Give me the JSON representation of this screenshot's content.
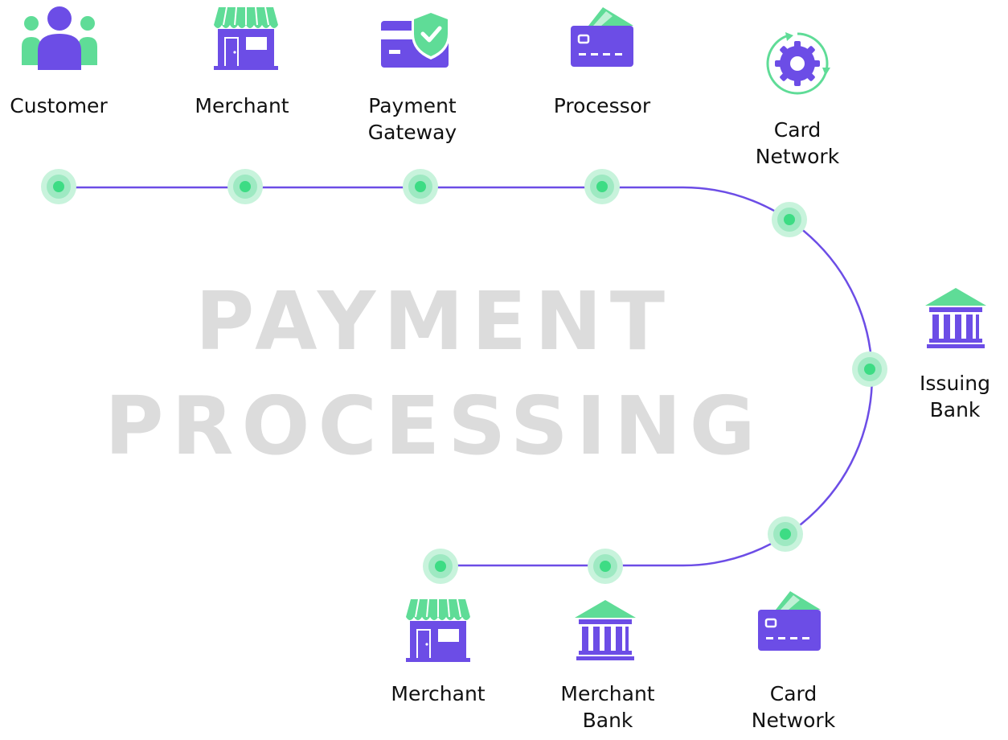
{
  "watermark": {
    "line1": "PAYMENT",
    "line2": "PROCESSING"
  },
  "colors": {
    "purple": "#6c4de6",
    "green": "#5fdc97",
    "green_halo": "#c8f3dc",
    "watermark": "#dcdcdc",
    "text": "#111111"
  },
  "nodes": [
    {
      "id": "customer",
      "icon": "customer-icon",
      "label": [
        "Customer"
      ]
    },
    {
      "id": "merchant",
      "icon": "merchant-store-icon",
      "label": [
        "Merchant"
      ]
    },
    {
      "id": "payment-gateway",
      "icon": "payment-gateway-icon",
      "label": [
        "Payment",
        "Gateway"
      ]
    },
    {
      "id": "processor",
      "icon": "processor-card-icon",
      "label": [
        "Processor"
      ]
    },
    {
      "id": "card-network",
      "icon": "card-network-gear-icon",
      "label": [
        "Card",
        "Network"
      ]
    },
    {
      "id": "issuing-bank",
      "icon": "issuing-bank-icon",
      "label": [
        "Issuing",
        "Bank"
      ]
    },
    {
      "id": "card-network-return",
      "icon": "card-network-card-icon",
      "label": [
        "Card",
        "Network"
      ]
    },
    {
      "id": "merchant-bank",
      "icon": "merchant-bank-icon",
      "label": [
        "Merchant",
        "Bank"
      ]
    },
    {
      "id": "merchant-final",
      "icon": "merchant-store-icon",
      "label": [
        "Merchant"
      ]
    }
  ]
}
